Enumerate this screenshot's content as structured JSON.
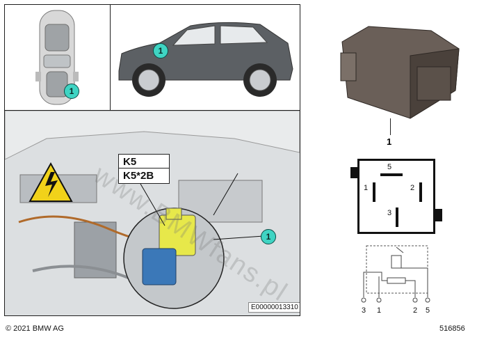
{
  "callouts": {
    "top_view": "1",
    "side_view": "1",
    "engine_bay": "1"
  },
  "relay_labels": {
    "primary": "K5",
    "secondary": "K5*2B"
  },
  "engine_bay_code": "E00000013310",
  "part_number": "1",
  "schematic": {
    "top_pin": "5",
    "left_pin": "1",
    "right_pin": "2",
    "bottom_pin": "3",
    "circuit_pins": [
      "3",
      "1",
      "2",
      "5"
    ]
  },
  "copyright": "© 2021 BMW AG",
  "image_id": "516856",
  "watermark": "www.BMWfans.pl"
}
